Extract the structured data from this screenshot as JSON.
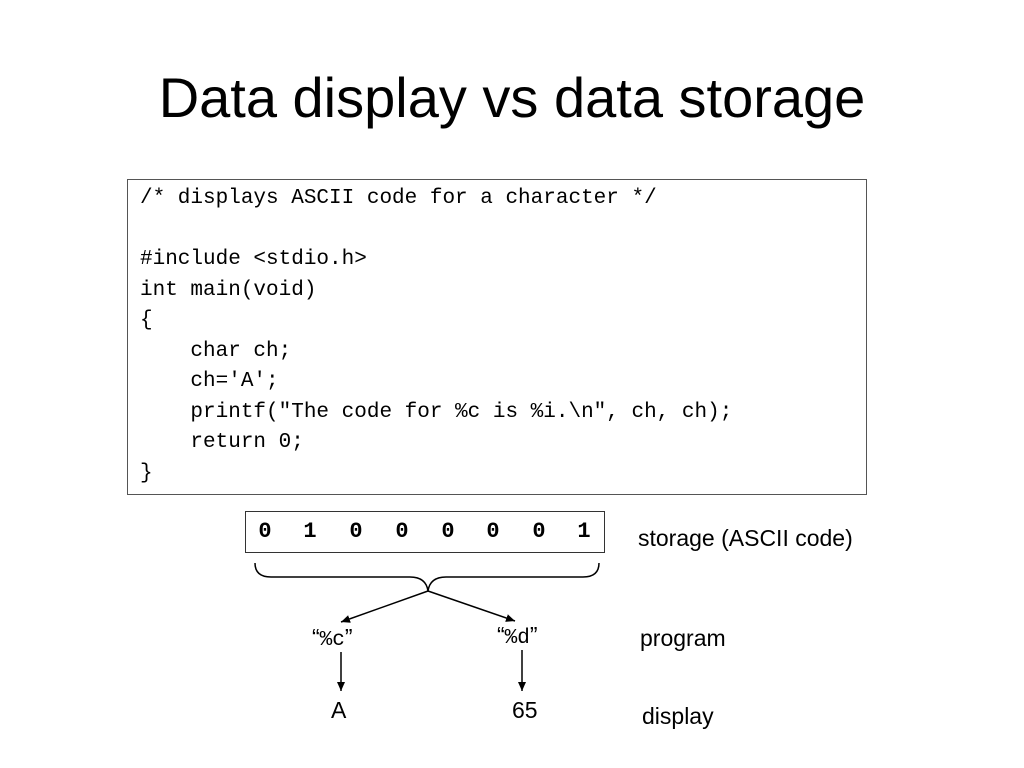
{
  "title": "Data display vs data storage",
  "code": [
    "/* displays ASCII code for a character */",
    "",
    "#include <stdio.h>",
    "int main(void)",
    "{",
    "    char ch;",
    "    ch='A';",
    "    printf(\"The code for %c is %i.\\n\", ch, ch);",
    "    return 0;",
    "}"
  ],
  "bits": [
    "0",
    "1",
    "0",
    "0",
    "0",
    "0",
    "0",
    "1"
  ],
  "labels": {
    "storage": "storage (ASCII code)",
    "program": "program",
    "display": "display"
  },
  "formats": {
    "char": {
      "open": "“",
      "code": "%c",
      "close": "”"
    },
    "int": {
      "open": "“",
      "code": "%d",
      "close": "”"
    }
  },
  "outputs": {
    "char": "A",
    "int": "65"
  }
}
